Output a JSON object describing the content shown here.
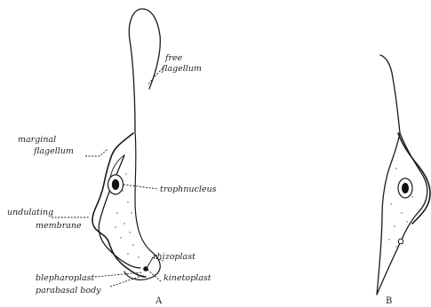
{
  "figure": {
    "labels": {
      "free_flagellum": [
        "free",
        "flagellum"
      ],
      "marginal_flagellum": [
        "marginal",
        "flagellum"
      ],
      "trophnucleus": "trophnucleus",
      "undulating_membrane": [
        "undulating",
        "membrane"
      ],
      "rhizoplast": "rhizoplast",
      "kinetoplast": "kinetoplast",
      "blepharoplast": "blepharoplast",
      "parabasal_body": "parabasal body"
    },
    "panel_a": "A",
    "panel_b": "B"
  }
}
